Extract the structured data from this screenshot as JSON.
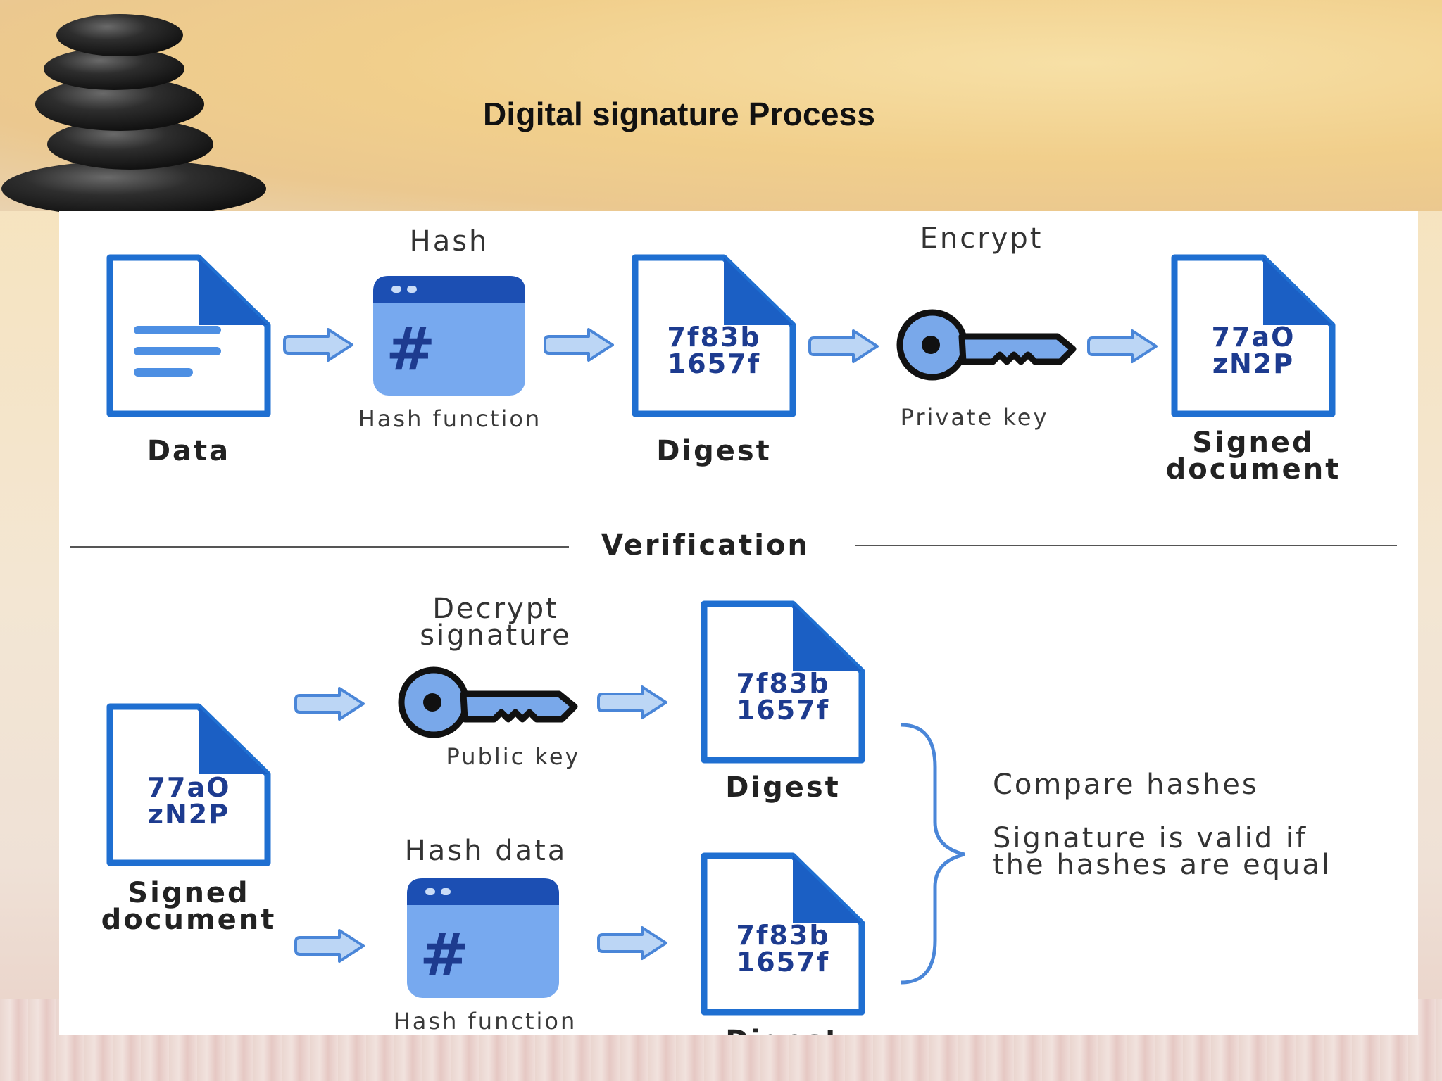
{
  "slide": {
    "title": "Digital signature Process"
  },
  "signing": {
    "data_label": "Data",
    "hash_step_label": "Hash",
    "hash_function_label": "Hash function",
    "digest_label": "Digest",
    "digest_code_line1": "7f83b",
    "digest_code_line2": "1657f",
    "encrypt_step_label": "Encrypt",
    "private_key_label": "Private key",
    "signed_code_line1": "77aO",
    "signed_code_line2": "zN2P",
    "signed_label_line1": "Signed",
    "signed_label_line2": "document"
  },
  "verification": {
    "title": "Verification",
    "signed_code_line1": "77aO",
    "signed_code_line2": "zN2P",
    "signed_label_line1": "Signed",
    "signed_label_line2": "document",
    "decrypt_label_line1": "Decrypt",
    "decrypt_label_line2": "signature",
    "public_key_label": "Public key",
    "digest_code_line1": "7f83b",
    "digest_code_line2": "1657f",
    "digest_label": "Digest",
    "hash_data_label": "Hash data",
    "hash_function_label": "Hash function",
    "digest2_code_line1": "7f83b",
    "digest2_code_line2": "1657f",
    "digest2_label": "Digest",
    "compare_title": "Compare hashes",
    "compare_line1": "Signature is valid if",
    "compare_line2": "the hashes are equal"
  },
  "colors": {
    "doc_border": "#1f6fd1",
    "doc_corner": "#1b5fc4",
    "hash_box": "#77a9ef",
    "hash_box_header": "#1c4fb3",
    "arrow_fill": "#bcd6f5",
    "arrow_stroke": "#4a86d8",
    "key_fill": "#79a8ea",
    "code_text": "#1d3b8f"
  },
  "icons": [
    "document-lines-icon",
    "hash-window-icon",
    "key-icon",
    "arrow-right-icon",
    "curly-brace-icon",
    "stones-image"
  ]
}
